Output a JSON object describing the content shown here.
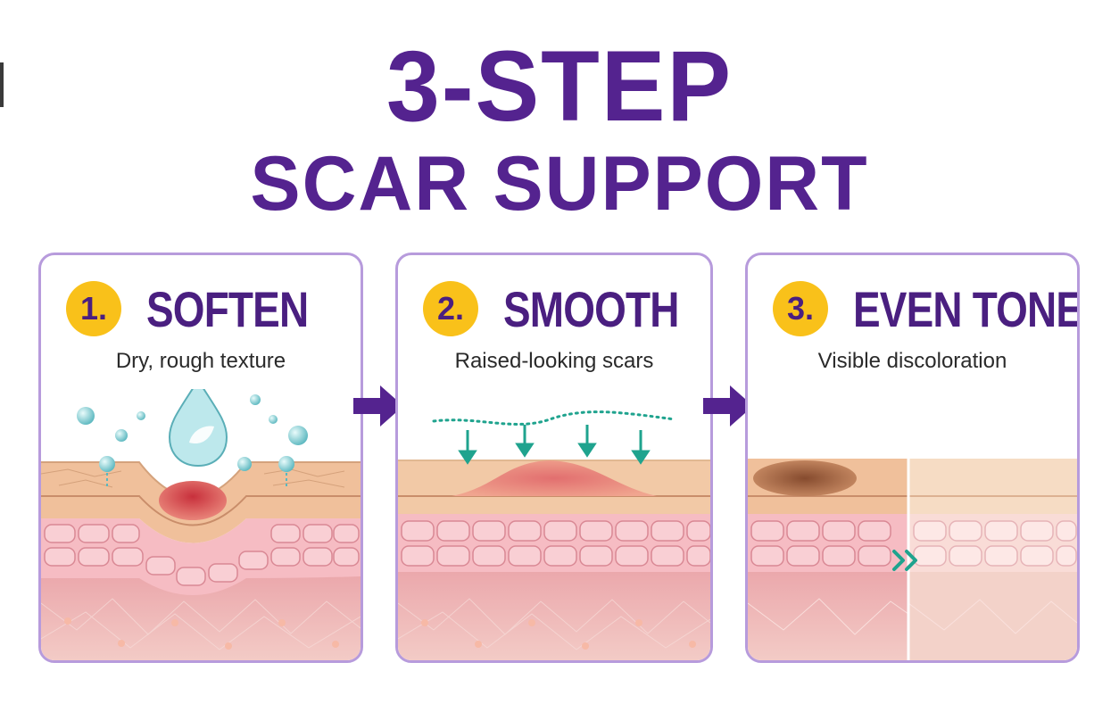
{
  "header": {
    "line1": "3-STEP",
    "line2": "SCAR SUPPORT"
  },
  "steps": [
    {
      "number": "1.",
      "title": "SOFTEN",
      "subtitle": "Dry, rough texture",
      "art": "hydration-droplet-icon"
    },
    {
      "number": "2.",
      "title": "SMOOTH",
      "subtitle": "Raised-looking scars",
      "art": "smoothing-arrows-icon"
    },
    {
      "number": "3.",
      "title": "EVEN TONE",
      "subtitle": "Visible discoloration",
      "art": "tone-compare-icon"
    }
  ],
  "colors": {
    "purple": "#54238f",
    "badge_yellow": "#f9c11a",
    "card_border": "#b79bdc",
    "teal": "#1fa38e",
    "skin": "#f2c9a6",
    "cell": "#f3aeb8",
    "dermis": "#eab0b3"
  }
}
